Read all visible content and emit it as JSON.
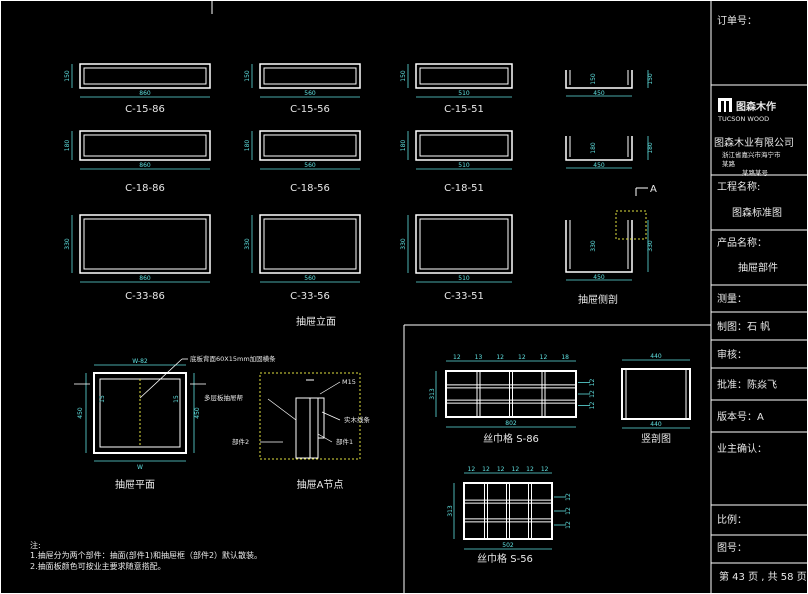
{
  "colors": {
    "background": "#000000",
    "line": "#ffffff",
    "dimension": "#5fe0e0",
    "text": "#e8e8e8",
    "hidden": "#e0e040"
  },
  "elevations": [
    {
      "label": "C-15-86",
      "w": "860",
      "h": "150"
    },
    {
      "label": "C-15-56",
      "w": "560",
      "h": "150"
    },
    {
      "label": "C-15-51",
      "w": "510",
      "h": "150"
    },
    {
      "label": "C-18-86",
      "w": "860",
      "h": "180"
    },
    {
      "label": "C-18-56",
      "w": "560",
      "h": "180"
    },
    {
      "label": "C-18-51",
      "w": "510",
      "h": "180"
    },
    {
      "label": "C-33-86",
      "w": "860",
      "h": "330"
    },
    {
      "label": "C-33-56",
      "w": "560",
      "h": "330"
    },
    {
      "label": "C-33-51",
      "w": "510",
      "h": "330"
    }
  ],
  "side_sections": [
    {
      "w": "450",
      "h": "150"
    },
    {
      "w": "450",
      "h": "180"
    },
    {
      "w": "450",
      "h": "330"
    }
  ],
  "section_marker": "A",
  "titles": {
    "elevation": "抽屉立面",
    "side_section": "抽屉侧剖",
    "plan": "抽屉平面",
    "node": "抽屉A节点",
    "grid1": "丝巾格  S-86",
    "grid2": "丝巾格  S-56",
    "section": "竖剖图"
  },
  "plan": {
    "top_dim": "W-82",
    "bottom_dim": "W",
    "left_dim": "450",
    "right_dim": "450",
    "side_left": "15",
    "side_right": "15",
    "callout": "底板背面60X15mm加固横条"
  },
  "node": {
    "a": "多层板抽屉帮",
    "b": "部件2",
    "c": "部件1",
    "d": "实木线条",
    "e": "M15"
  },
  "grid1": {
    "top": [
      "12",
      "13",
      "12",
      "12",
      "12",
      "18"
    ],
    "width": "802",
    "height": "313",
    "right": [
      "12",
      "12",
      "12"
    ]
  },
  "grid2": {
    "top": [
      "12",
      "12",
      "12",
      "12",
      "12",
      "12"
    ],
    "width": "502",
    "height": "313",
    "right": [
      "12",
      "12",
      "12"
    ]
  },
  "section_view": {
    "top": "440",
    "bottom": "440"
  },
  "notes": [
    "注:",
    "1.抽屉分为两个部件：抽面(部件1)和抽屉框（部件2）默认散装。",
    "2.抽面板颜色可按业主要求随意搭配。"
  ],
  "titleblock": {
    "order_no": "订单号：",
    "logo_cn": "图森木作",
    "logo_en": "TUCSON WOOD",
    "company": "图森木业有限公司",
    "address1": "浙江省嘉兴市海宁市",
    "address2": "某路",
    "address3": "某路某号",
    "project_label": "工程名称:",
    "project_value": "图森标准图",
    "product_label": "产品名称：",
    "product_value": "抽屉部件",
    "measure": "测量：",
    "drafter": "制图：石  帆",
    "review": "审核：",
    "approve": "批准：陈焱飞",
    "version": "版本号：A",
    "owner": "业主确认：",
    "scale": "比例：",
    "drawing_no": "图号：",
    "page": "第 43 页 , 共 58 页"
  }
}
